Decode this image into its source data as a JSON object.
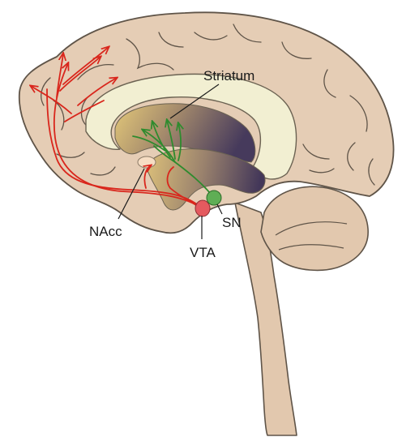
{
  "labels": {
    "striatum": "Striatum",
    "nacc": "NAcc",
    "vta": "VTA",
    "sn": "SN"
  },
  "colors": {
    "brain_fill": "#e5cdb5",
    "brain_stroke": "#5f5448",
    "corpus_callosum": "#f2efd2",
    "striatum_gradient_start": "#dcc57a",
    "striatum_gradient_end": "#4a3b5e",
    "mesolimbic_pathway": "#d9261c",
    "nigrostriatal_pathway": "#2e8b2e",
    "vta_fill": "#e45a5f",
    "sn_fill": "#5fae55",
    "nacc_fill": "#f6ddc3"
  }
}
